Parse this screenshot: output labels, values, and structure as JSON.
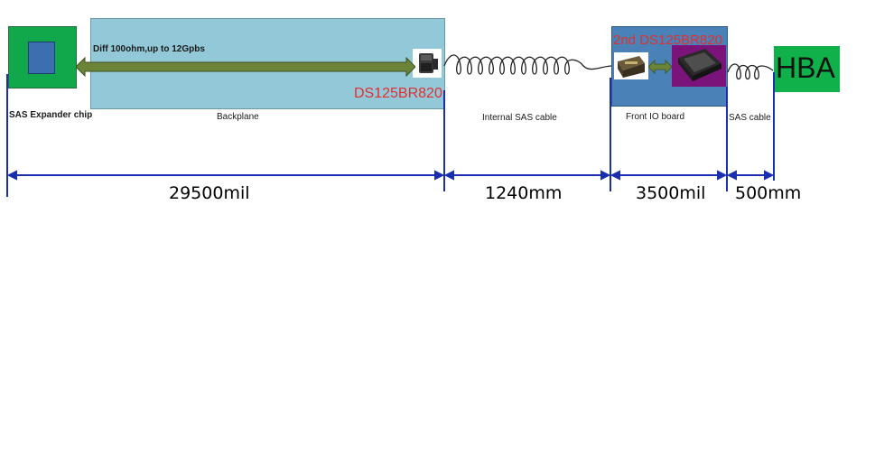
{
  "blocks": {
    "expander_label": "SAS Expander chip",
    "backplane_label": "Backplane",
    "backplane_chip": "DS125BR820",
    "diff_text": "Diff 100ohm,up to 12Gpbs",
    "front_io_label": "Front IO board",
    "front_io_chip": "2nd DS125BR820",
    "internal_cable_label": "Internal SAS cable",
    "sas_cable_label": "SAS cable",
    "hba_label": "HBA"
  },
  "dimensions": {
    "d1": "29500mil",
    "d2": "1240mm",
    "d3": "3500mil",
    "d4": "500mm"
  },
  "colors": {
    "expander_green": "#10a84a",
    "chip_blue": "#3d6fb0",
    "backplane": "#92c8d8",
    "front_io": "#4a82b8",
    "chip_purple": "#7a147a",
    "arrow_olive": "#6b8438",
    "dim_line": "#1a2fb0",
    "hba_green": "#10b04a",
    "red_text": "#e03030"
  }
}
